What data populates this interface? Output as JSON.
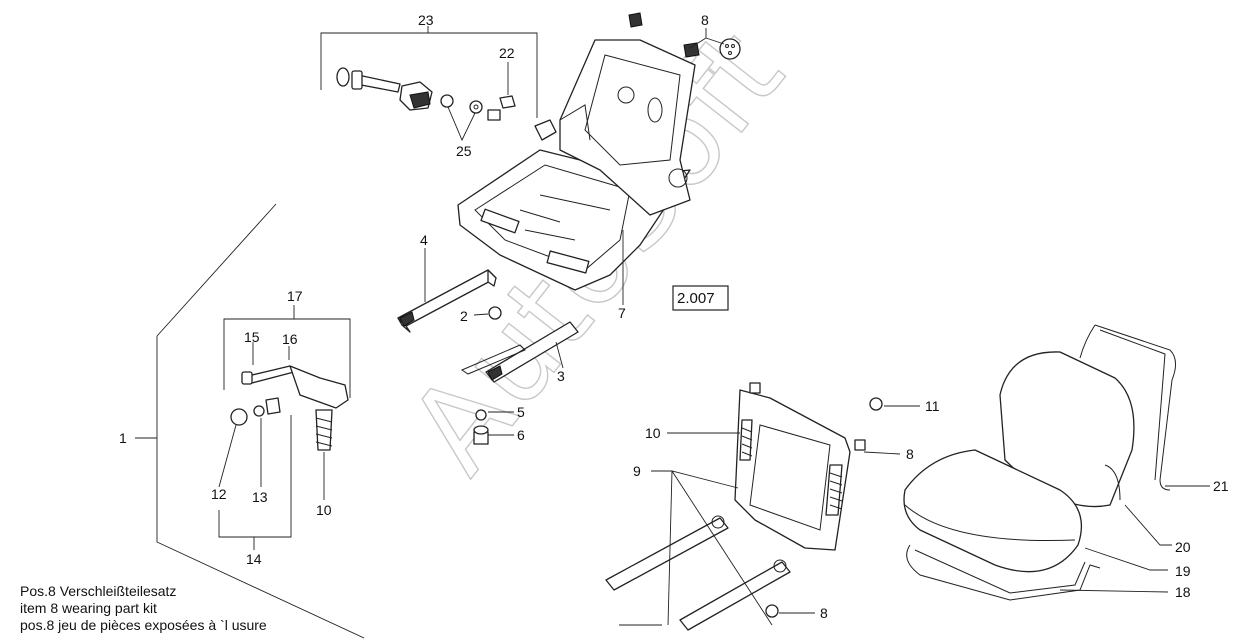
{
  "reference_box": "2.007",
  "watermark": "AutoSoft",
  "callouts": {
    "c1": "1",
    "c2": "2",
    "c3": "3",
    "c4": "4",
    "c5": "5",
    "c6": "6",
    "c7": "7",
    "c8a": "8",
    "c8b": "8",
    "c8c": "8",
    "c9": "9",
    "c10a": "10",
    "c10b": "10",
    "c11": "11",
    "c12": "12",
    "c13": "13",
    "c14": "14",
    "c15": "15",
    "c16": "16",
    "c17": "17",
    "c18": "18",
    "c19": "19",
    "c20": "20",
    "c21": "21",
    "c22": "22",
    "c23": "23",
    "c25": "25"
  },
  "notes": [
    "Pos.8  Verschleißteilesatz",
    "item 8  wearing part kit",
    "pos.8  jeu de pièces exposées à `l usure"
  ]
}
